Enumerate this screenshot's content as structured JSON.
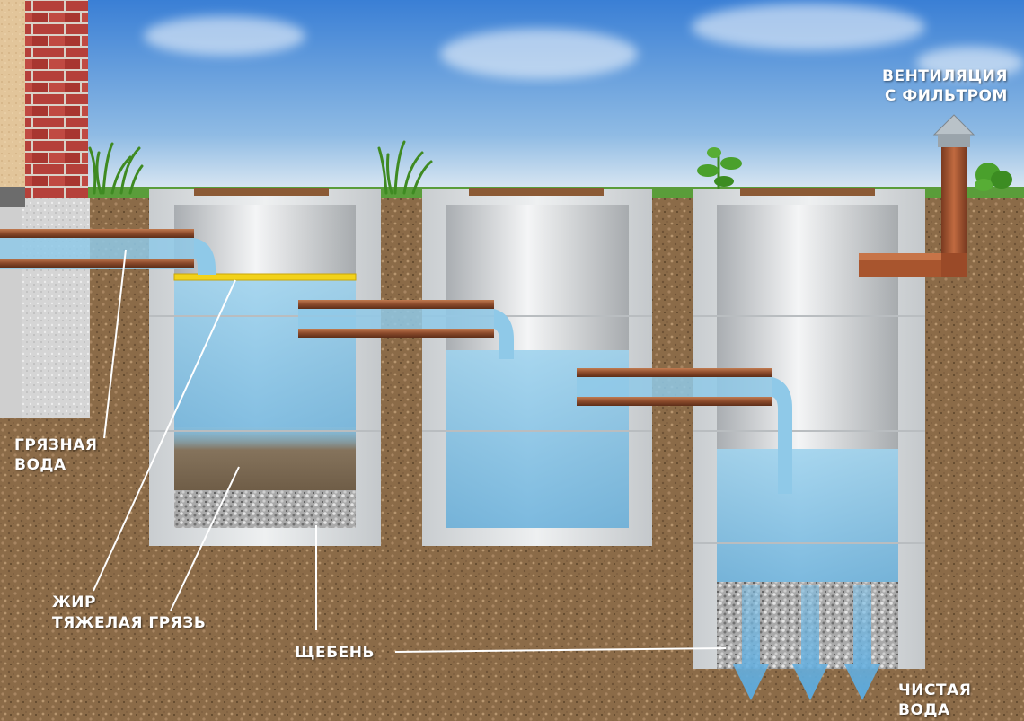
{
  "labels": {
    "dirty_water": [
      "ГРЯЗНАЯ",
      "ВОДА"
    ],
    "fat": "ЖИР",
    "heavy_dirt": "ТЯЖЕЛАЯ ГРЯЗЬ",
    "gravel": "ЩЕБЕНЬ",
    "clean_water": [
      "ЧИСТАЯ",
      "ВОДА"
    ],
    "ventilation": [
      "ВЕНТИЛЯЦИЯ",
      "С ФИЛЬТРОМ"
    ]
  },
  "colors": {
    "sky_top": "#3f86d8",
    "sky_bottom": "#dbe9f4",
    "soil": "#8b6b48",
    "concrete": "#d4d7d8",
    "water": "#8fc9e8",
    "pipe": "#8b4a2b",
    "fat_layer": "#f2d21a",
    "sludge": "#7a6a55",
    "gravel": "#b8b8b8",
    "brick": "#b83a32",
    "grass": "#4f9a2c"
  },
  "icons": [
    "brick-wall",
    "house-foundation",
    "grass-tuft",
    "vent-cap",
    "flow-arrow"
  ]
}
